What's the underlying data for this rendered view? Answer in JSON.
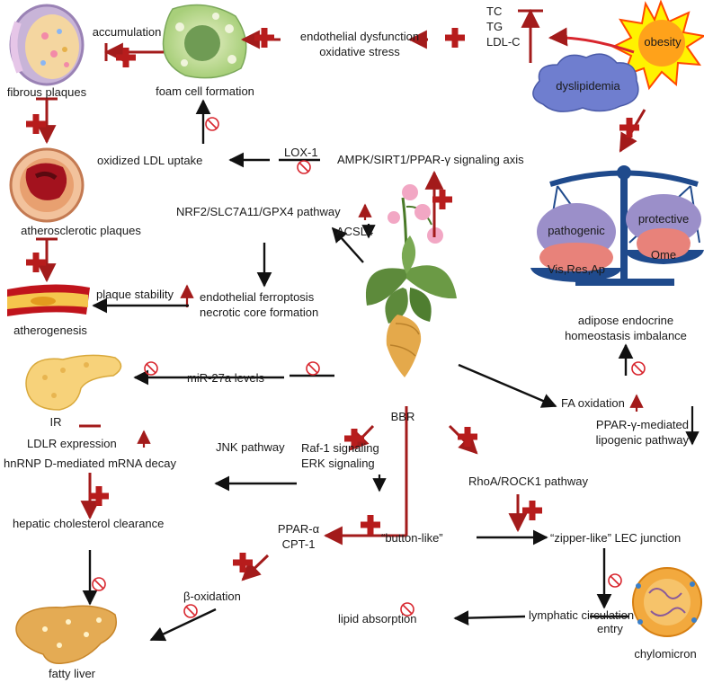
{
  "labels": {
    "fibrous_plaques": "fibrous plaques",
    "accumulation": "accumulation",
    "foam_cell_formation": "foam cell formation",
    "endothelial_dysfunction": "endothelial dysfunction",
    "oxidative_stress": "oxidative stress",
    "tc": "TC",
    "tg": "TG",
    "ldl_c": "LDL-C",
    "obesity": "obesity",
    "dyslipidemia": "dyslipidemia",
    "atherosclerotic_plaques": "atherosclerotic plaques",
    "oxidized_ldl_uptake": "oxidized LDL uptake",
    "lox1": "LOX-1",
    "ampk_axis": "AMPK/SIRT1/PPAR-γ signaling axis",
    "nrf2_pathway": "NRF2/SLC7A11/GPX4 pathway",
    "acsl4": "ACSL4",
    "pathogenic": "pathogenic",
    "protective": "protective",
    "vis_res_ap": "Vis,Res,Ap",
    "ome": "Ome",
    "plaque_stability": "plaque stability",
    "endothelial_ferroptosis": "endothelial ferroptosis",
    "necrotic_core": "necrotic core formation",
    "atherogenesis": "atherogenesis",
    "adipose_imbalance_1": "adipose endocrine",
    "adipose_imbalance_2": "homeostasis imbalance",
    "mir27a": "miR-27a levels",
    "ir": "IR",
    "fa_oxidation": "FA oxidation",
    "ppar_lipogenic_1": "PPAR-γ-mediated",
    "ppar_lipogenic_2": "lipogenic pathway",
    "bbr": "BBR",
    "ldlr_expression": "LDLR expression",
    "hnrnp_decay": "hnRNP D-mediated mRNA decay",
    "jnk_pathway": "JNK pathway",
    "raf1_signaling": "Raf-1 signaling",
    "erk_signaling": "ERK signaling",
    "rhoa_pathway": "RhoA/ROCK1 pathway",
    "hepatic_clearance": "hepatic cholesterol clearance",
    "ppar_alpha": "PPAR-α",
    "cpt1": "CPT-1",
    "button_like": "“button-like”",
    "zipper_like": "“zipper-like” LEC junction",
    "beta_oxidation": "β-oxidation",
    "lymphatic_circulation": "lymphatic circulation",
    "lipid_absorption": "lipid absorption",
    "entry": "entry",
    "fatty_liver": "fatty liver",
    "chylomicron": "chylomicron"
  },
  "colors": {
    "promote": "#a31b1b",
    "inhibit": "#111111",
    "ban": "#d8262e",
    "obesity_burst": "#fff200",
    "obesity_core": "#ff7a00",
    "dyslipidemia_cloud": "#6f7ecf",
    "scale_blue": "#1f4a8c",
    "pathogenic_pan": "#9b8fc9",
    "weight_pink": "#e8827a"
  }
}
